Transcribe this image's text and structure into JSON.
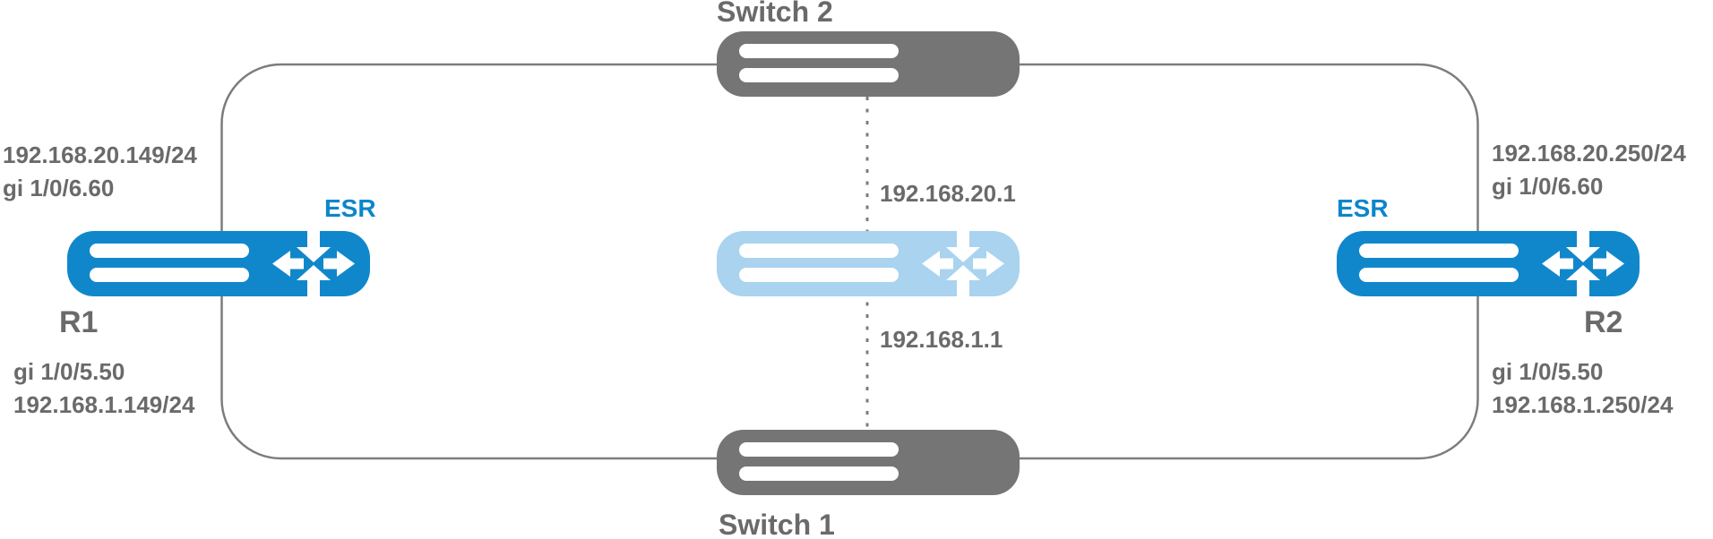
{
  "colors": {
    "router_blue": "#1187cb",
    "virtual_router_blue": "#a9d3ef",
    "switch_gray": "#757575",
    "line_gray": "#7d7d7d",
    "label_gray": "#6a6a6a",
    "esr_blue": "#0c86cb"
  },
  "nodes": {
    "switch2": {
      "label": "Switch 2"
    },
    "switch1": {
      "label": "Switch 1"
    },
    "r1": {
      "name": "R1",
      "type": "ESR",
      "top_ip": "192.168.20.149/24",
      "top_interface": "gi 1/0/6.60",
      "bottom_interface": "gi 1/0/5.50",
      "bottom_ip": "192.168.1.149/24"
    },
    "r2": {
      "name": "R2",
      "type": "ESR",
      "top_ip": "192.168.20.250/24",
      "top_interface": "gi 1/0/6.60",
      "bottom_interface": "gi 1/0/5.50",
      "bottom_ip": "192.168.1.250/24"
    },
    "virtual_router": {
      "top_ip": "192.168.20.1",
      "bottom_ip": "192.168.1.1"
    }
  },
  "icons": {
    "router": "router-with-arrows-icon",
    "switch": "switch-icon"
  }
}
